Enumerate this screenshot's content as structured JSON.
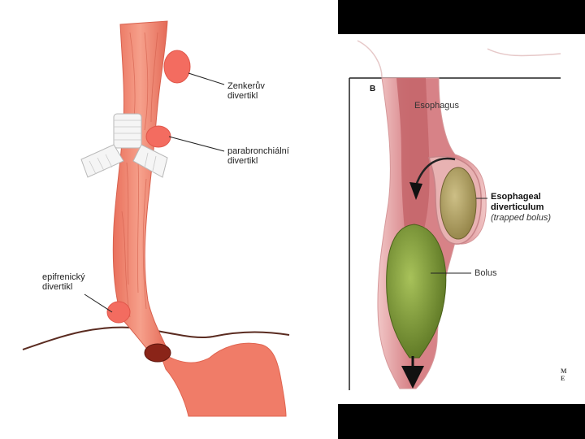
{
  "left_diagram": {
    "labels": {
      "zenker_line1": "Zenkerův",
      "zenker_line2": "divertikl",
      "parabronchial_line1": "parabronchiální",
      "parabronchial_line2": "divertikl",
      "epiphrenic_line1": "epifrenický",
      "epiphrenic_line2": "divertikl"
    },
    "colors": {
      "esophagus": "#f08470",
      "esophagus_dark": "#d96552",
      "diverticulum": "#f27568",
      "sphincter": "#8a2418",
      "trachea": "#f4f4f4"
    }
  },
  "right_diagram": {
    "panel_letter": "B",
    "labels": {
      "esophagus": "Esophagus",
      "diverticulum_line1": "Esophageal",
      "diverticulum_line2": "diverticulum",
      "diverticulum_line3": "(trapped bolus)",
      "bolus": "Bolus"
    },
    "seal_text": "M\nE",
    "colors": {
      "bolus": "#7f9a3a",
      "trapped_bolus": "#b5a66a",
      "wall": "#e8a0a2",
      "lumen": "#c66a6e",
      "frame_bar": "#000000"
    }
  }
}
